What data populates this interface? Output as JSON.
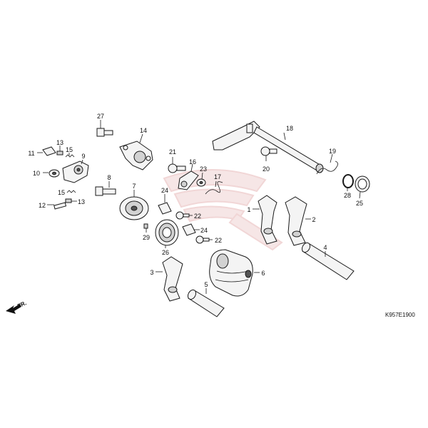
{
  "diagram": {
    "code": "K957E1900",
    "direction_label": "FR.",
    "callouts": [
      "1",
      "2",
      "3",
      "4",
      "5",
      "6",
      "7",
      "8",
      "9",
      "10",
      "11",
      "12",
      "13",
      "13",
      "14",
      "15",
      "15",
      "16",
      "17",
      "18",
      "19",
      "20",
      "21",
      "22",
      "22",
      "23",
      "24",
      "24",
      "25",
      "26",
      "27",
      "28",
      "29"
    ]
  },
  "colors": {
    "line": "#1a1a1a",
    "fill": "#f4f4f4",
    "shade": "#d2d2d2",
    "watermark": "#f6e6e6"
  }
}
